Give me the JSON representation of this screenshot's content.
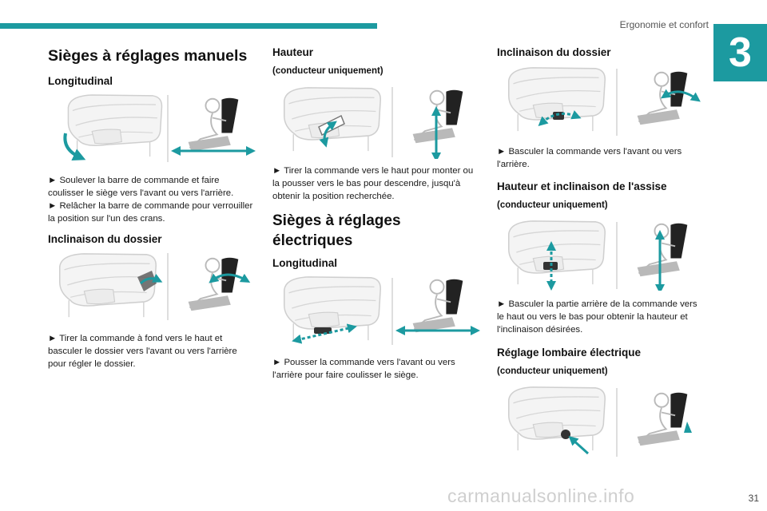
{
  "header": {
    "section_title": "Ergonomie et confort",
    "chapter_number": "3"
  },
  "col1": {
    "title": "Sièges à réglages manuels",
    "sub1": "Longitudinal",
    "sub1_text_a": "► Soulever la barre de commande et faire coulisser le siège vers l'avant ou vers l'arrière.",
    "sub1_text_b": "► Relâcher la barre de commande pour verrouiller la position sur l'un des crans.",
    "sub2": "Inclinaison du dossier",
    "sub2_text": "► Tirer la commande à fond vers le haut et basculer le dossier vers l'avant ou vers l'arrière pour régler le dossier."
  },
  "col2": {
    "sub1": "Hauteur",
    "sub1_note": "(conducteur uniquement)",
    "sub1_text": "► Tirer la commande vers le haut pour monter ou la pousser vers le bas pour descendre, jusqu'à obtenir la position recherchée.",
    "title": "Sièges à réglages électriques",
    "sub2": "Longitudinal",
    "sub2_text": "► Pousser la commande vers l'avant ou vers l'arrière pour faire coulisser le siège."
  },
  "col3": {
    "sub1": "Inclinaison du dossier",
    "sub1_text": "► Basculer la commande vers l'avant ou vers l'arrière.",
    "sub2": "Hauteur et inclinaison de l'assise",
    "sub2_note": "(conducteur uniquement)",
    "sub2_text": "► Basculer la partie arrière de la commande vers le haut ou vers le bas pour obtenir la hauteur et l'inclinaison désirées.",
    "sub3": "Réglage lombaire électrique",
    "sub3_note": "(conducteur uniquement)"
  },
  "footer": {
    "page_number": "31",
    "watermark": "carmanualsonline.info"
  },
  "colors": {
    "accent": "#1c9aa0",
    "figure_grey": "#b9b9b9",
    "figure_line": "#cfcfcf"
  },
  "icons": [
    "seat-illustration",
    "seated-person-icon",
    "double-arrow-icon"
  ]
}
